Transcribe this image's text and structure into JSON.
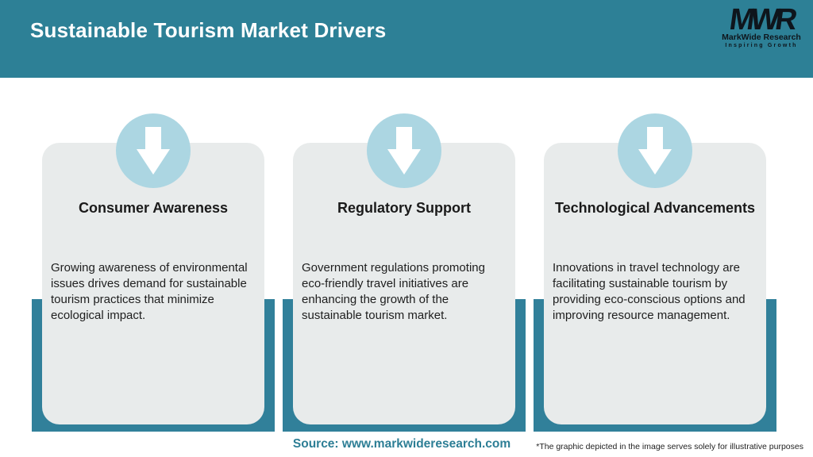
{
  "header": {
    "title": "Sustainable Tourism Market Drivers",
    "logo": {
      "monogram": "MWR",
      "name": "MarkWide Research",
      "tagline": "Inspiring Growth"
    }
  },
  "cards": [
    {
      "title": "Consumer Awareness",
      "description": "Growing awareness of environmental issues drives demand for sustainable tourism practices that minimize ecological impact."
    },
    {
      "title": "Regulatory Support",
      "description": "Government regulations promoting eco-friendly travel initiatives are enhancing the growth of the sustainable tourism market."
    },
    {
      "title": "Technological Advancements",
      "description": "Innovations in travel technology are facilitating sustainable tourism by providing eco-conscious options and improving resource management."
    }
  ],
  "footer": {
    "source": "Source: www.markwideresearch.com",
    "disclaimer": "*The graphic depicted in the image serves solely for illustrative purposes"
  },
  "icons": {
    "card_icon": "down-arrow-icon"
  },
  "colors": {
    "header_teal": "#2d8096",
    "pillar_teal": "#31809a",
    "card_gray": "#e8ebeb",
    "circle_blue": "#acd6e2",
    "source_text": "#2d7e95",
    "logo_ink": "#0e151c"
  }
}
